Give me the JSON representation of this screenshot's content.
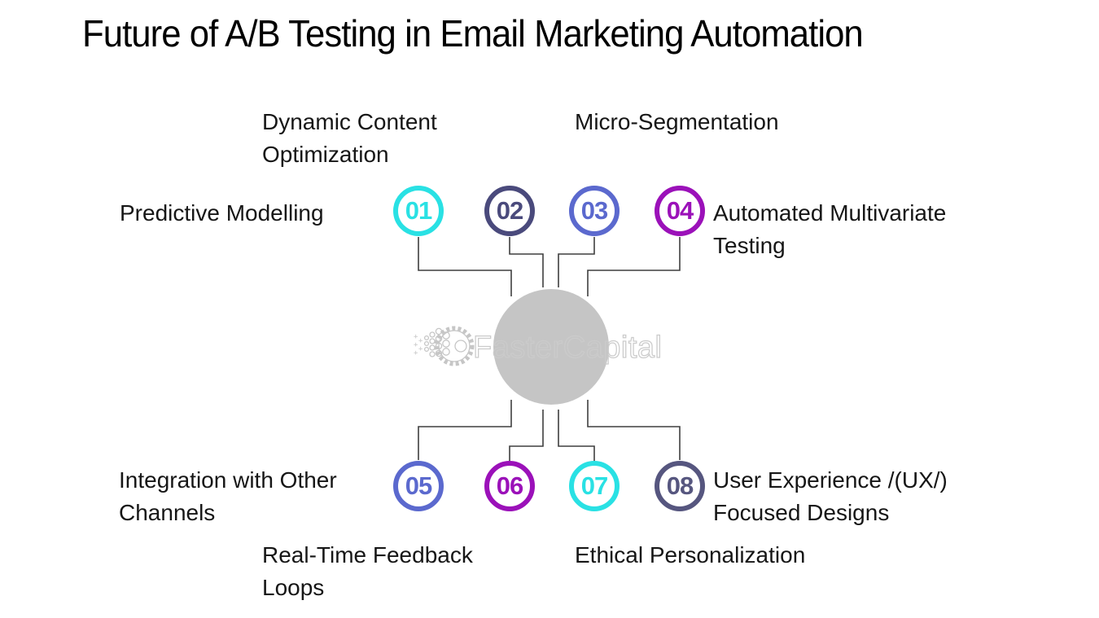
{
  "title": "Future of A/B Testing in Email Marketing Automation",
  "watermark": {
    "text": "FasterCapital",
    "color": "#cbcbcb"
  },
  "style": {
    "background_color": "#ffffff",
    "connector_color": "#3f3f3f",
    "center_circle_color": "#c5c5c5",
    "text_color": "#161616"
  },
  "diagram": {
    "center_node": "watermark-circle",
    "items": [
      {
        "number": "01",
        "label": "Predictive Modelling",
        "color": "#29E1E4",
        "label_position": "left"
      },
      {
        "number": "02",
        "label": "Dynamic Content Optimization",
        "color": "#4A4A7C",
        "label_position": "top"
      },
      {
        "number": "03",
        "label": "Micro-Segmentation",
        "color": "#5B69CE",
        "label_position": "top"
      },
      {
        "number": "04",
        "label": "Automated Multivariate Testing",
        "color": "#9B11B9",
        "label_position": "right"
      },
      {
        "number": "05",
        "label": "Integration with Other Channels",
        "color": "#5B69CE",
        "label_position": "left"
      },
      {
        "number": "06",
        "label": "Real-Time Feedback Loops",
        "color": "#9B11B9",
        "label_position": "bottom"
      },
      {
        "number": "07",
        "label": "Ethical Personalization",
        "color": "#29E1E4",
        "label_position": "bottom"
      },
      {
        "number": "08",
        "label": "User Experience /(UX/) Focused Designs",
        "color": "#56567F",
        "label_position": "right"
      }
    ]
  }
}
